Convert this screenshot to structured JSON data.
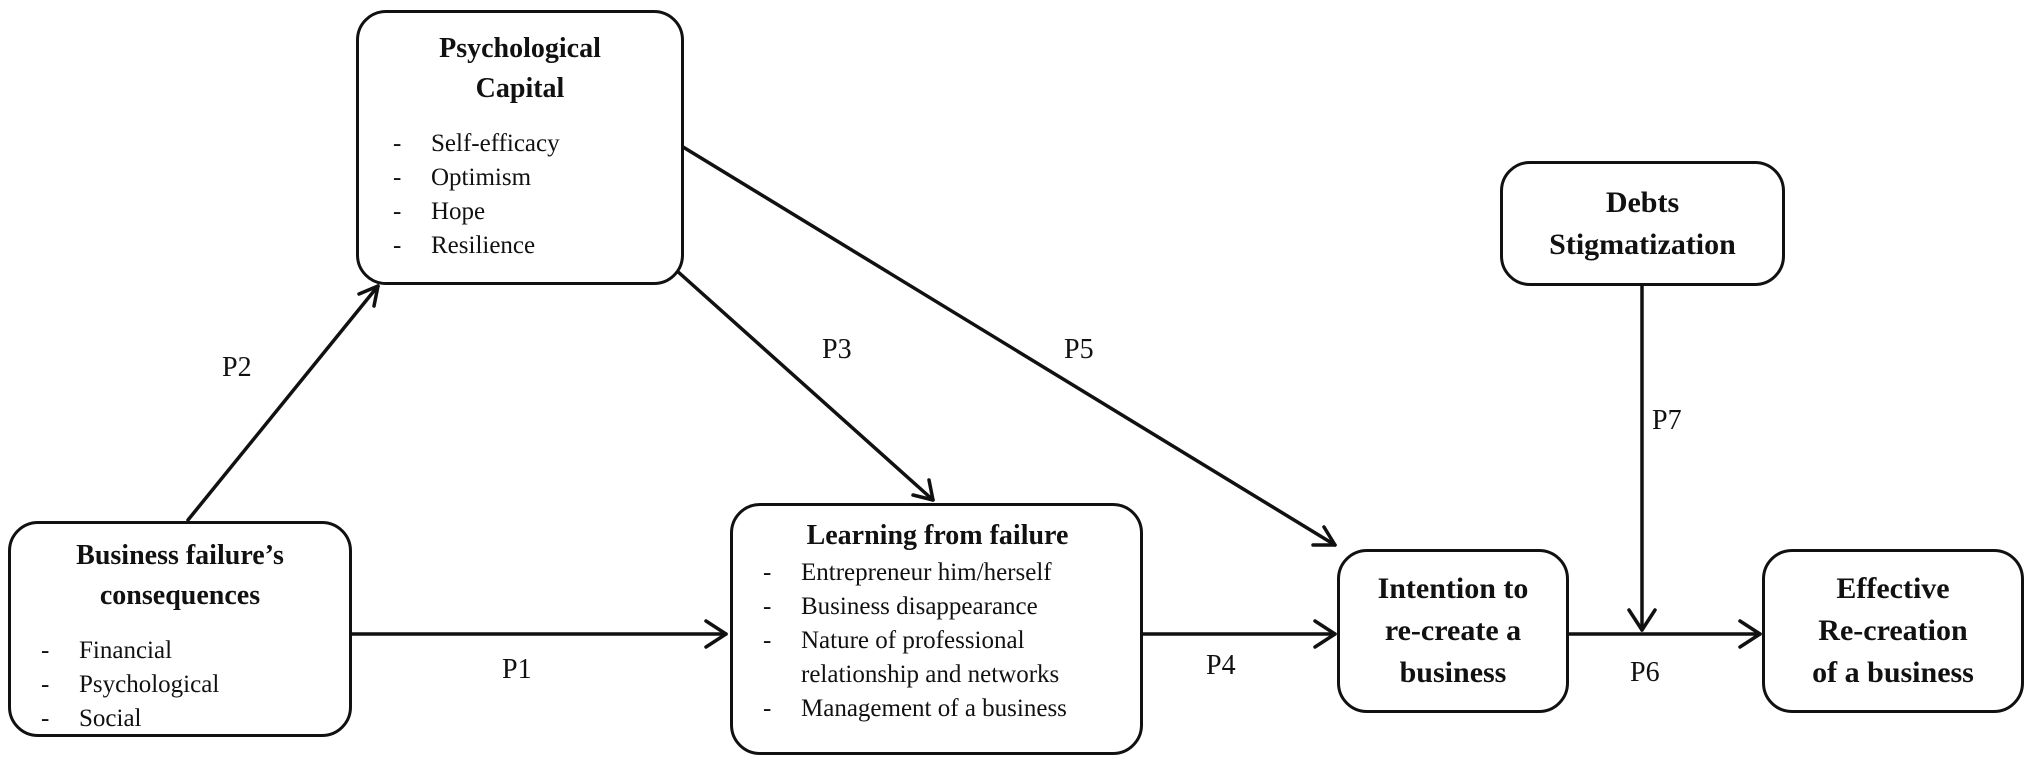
{
  "nodes": {
    "psychological_capital": {
      "title_lines": [
        "Psychological",
        "Capital"
      ],
      "items": [
        "Self-efficacy",
        "Optimism",
        "Hope",
        "Resilience"
      ]
    },
    "business_failure": {
      "title_lines": [
        "Business failure’s",
        "consequences"
      ],
      "items": [
        "Financial",
        "Psychological",
        "Social"
      ]
    },
    "learning_from_failure": {
      "title_lines": [
        "Learning from failure"
      ],
      "items": [
        "Entrepreneur him/herself",
        "Business disappearance",
        "Nature of professional relationship and networks",
        "Management of a business"
      ]
    },
    "intention": {
      "title_lines": [
        "Intention to",
        "re-create a",
        "business"
      ]
    },
    "effective_recreation": {
      "title_lines": [
        "Effective",
        "Re-creation",
        "of a business"
      ]
    },
    "debts_stigmatization": {
      "title_lines": [
        "Debts",
        "Stigmatization"
      ]
    }
  },
  "edges": {
    "p1": "P1",
    "p2": "P2",
    "p3": "P3",
    "p4": "P4",
    "p5": "P5",
    "p6": "P6",
    "p7": "P7"
  }
}
